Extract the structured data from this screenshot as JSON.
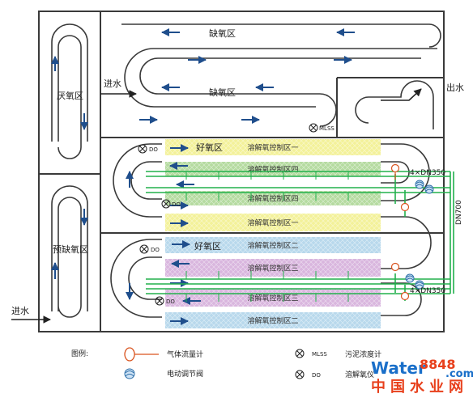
{
  "regions": {
    "anaerobic": "厌氧区",
    "anoxic_top": "缺氧区",
    "anoxic_mid": "缺氧区",
    "pre_anoxic": "预缺氧区",
    "aerobic_1": "好氧区",
    "aerobic_2": "好氧区"
  },
  "flow": {
    "inlet_mid": "进水",
    "inlet_bottom": "进水",
    "outlet": "出水"
  },
  "zones": [
    {
      "label": "溶解氧控制区一",
      "color": "#f3f19a"
    },
    {
      "label": "溶解氧控制区四",
      "color": "#b5dba0"
    },
    {
      "label": "溶解氧控制区四",
      "color": "#b5dba0"
    },
    {
      "label": "溶解氧控制区一",
      "color": "#f3f19a"
    },
    {
      "label": "溶解氧控制区二",
      "color": "#b8d8ec"
    },
    {
      "label": "溶解氧控制区三",
      "color": "#d9b6de"
    },
    {
      "label": "溶解氧控制区三",
      "color": "#d9b6de"
    },
    {
      "label": "溶解氧控制区二",
      "color": "#b8d8ec"
    }
  ],
  "sensors": {
    "mlss": "MLSS",
    "do_1": "DO",
    "do_2": "DO",
    "do_3": "DO",
    "do_4": "DO"
  },
  "pipes": {
    "header_top": "4×DN350",
    "header_bottom": "4×DN350",
    "main": "DN700"
  },
  "legend": {
    "title": "图例:",
    "flowmeter": "气体流量计",
    "valve": "电动调节阀",
    "mlss_symbol": "MLSS",
    "mlss_text": "污泥浓度计",
    "do_symbol": "DO",
    "do_text": "溶解氧仪"
  },
  "watermark": {
    "brand": "Water",
    "number": "8848",
    "suffix": ".com",
    "chinese": "中国水业网"
  },
  "colors": {
    "line": "#3a3a3a",
    "arrow": "#1f4e8c",
    "pipe": "#22b14c",
    "flowmeter": "#d9531e"
  }
}
